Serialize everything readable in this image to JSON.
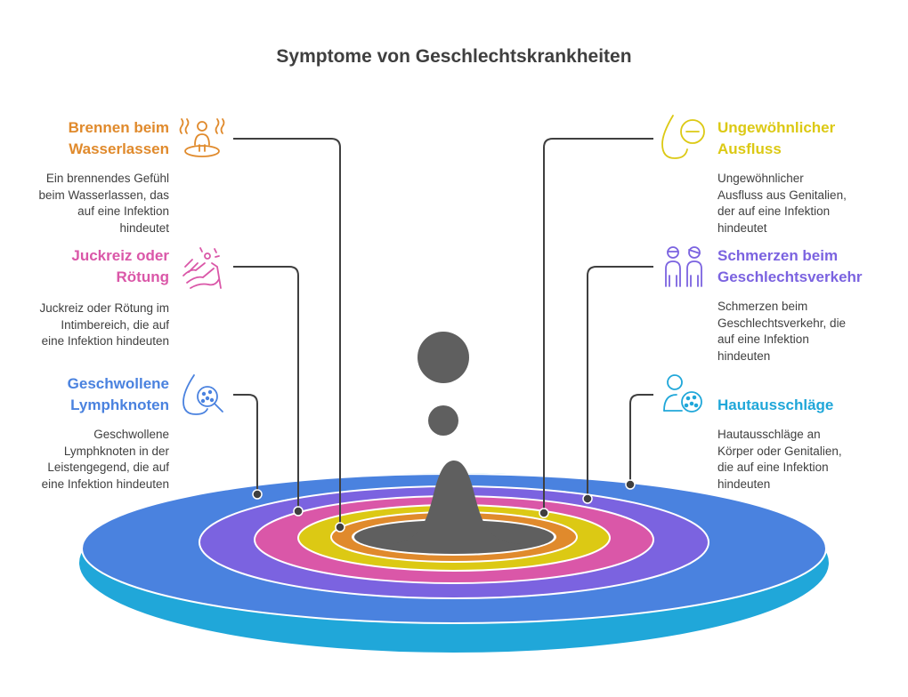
{
  "title": "Symptome von Geschlechtskrankheiten",
  "colors": {
    "orange": "#E08A2C",
    "yellow": "#DCC914",
    "pink": "#DA57A8",
    "purple": "#7B63E0",
    "blue": "#4A82DF",
    "cyan": "#20A7D9",
    "dark": "#5f5f5f"
  },
  "symptoms": [
    {
      "title_line1": "Brennen beim",
      "title_line2": "Wasserlassen",
      "desc": [
        "Ein brennendes Gefühl",
        "beim Wasserlassen, das",
        "auf eine Infektion",
        "hindeutet"
      ],
      "icon": "person-steam-icon",
      "side": "left",
      "ring": "orange"
    },
    {
      "title_line1": "Juckreiz oder",
      "title_line2": "Rötung",
      "desc": [
        "Juckreiz oder Rötung im",
        "Intimbereich, die auf",
        "eine Infektion hindeuten"
      ],
      "icon": "scratching-hand-icon",
      "side": "left",
      "ring": "pink"
    },
    {
      "title_line1": "Geschwollene",
      "title_line2": "Lymphknoten",
      "desc": [
        "Geschwollene",
        "Lymphknoten in der",
        "Leistengegend, die auf",
        "eine Infektion hindeuten"
      ],
      "icon": "drop-magnifier-icon",
      "side": "left",
      "ring": "blue"
    },
    {
      "title_line1": "Ungewöhnlicher",
      "title_line2": "Ausfluss",
      "desc": [
        "Ungewöhnlicher",
        "Ausfluss aus Genitalien,",
        "der auf eine Infektion",
        "hindeutet"
      ],
      "icon": "drop-minus-icon",
      "side": "right",
      "ring": "yellow"
    },
    {
      "title_line1": "Schmerzen beim",
      "title_line2": "Geschlechtsverkehr",
      "desc": [
        "Schmerzen beim",
        "Geschlechtsverkehr, die",
        "auf eine Infektion",
        "hindeuten"
      ],
      "icon": "couple-icon",
      "side": "right",
      "ring": "purple"
    },
    {
      "title_line1": "Hautausschläge",
      "title_line2": "",
      "desc": [
        "Hautausschläge an",
        "Körper oder Genitalien,",
        "die auf eine Infektion",
        "hindeuten"
      ],
      "icon": "person-rash-icon",
      "side": "right",
      "ring": "cyan"
    }
  ]
}
